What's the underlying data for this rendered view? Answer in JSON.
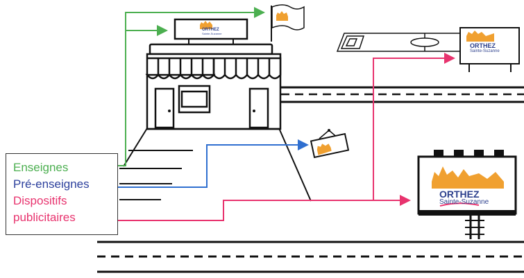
{
  "legend": {
    "items": [
      {
        "label": "Enseignes",
        "color": "#4caf50"
      },
      {
        "label": "Pré-enseignes",
        "color": "#2b3f9c"
      },
      {
        "label": "Dispositifs",
        "color": "#e8336e"
      },
      {
        "label": "publicitaires",
        "color": "#e8336e"
      }
    ]
  },
  "brand": {
    "name": "ORTHEZ",
    "subtitle": "Sainte-Suzanne",
    "logo_color": "#f0a030",
    "name_color": "#2b3f8c"
  },
  "arrow_colors": {
    "enseignes": "#4caf50",
    "pre_enseignes": "#2f6fd0",
    "publicitaires": "#e8336e"
  }
}
